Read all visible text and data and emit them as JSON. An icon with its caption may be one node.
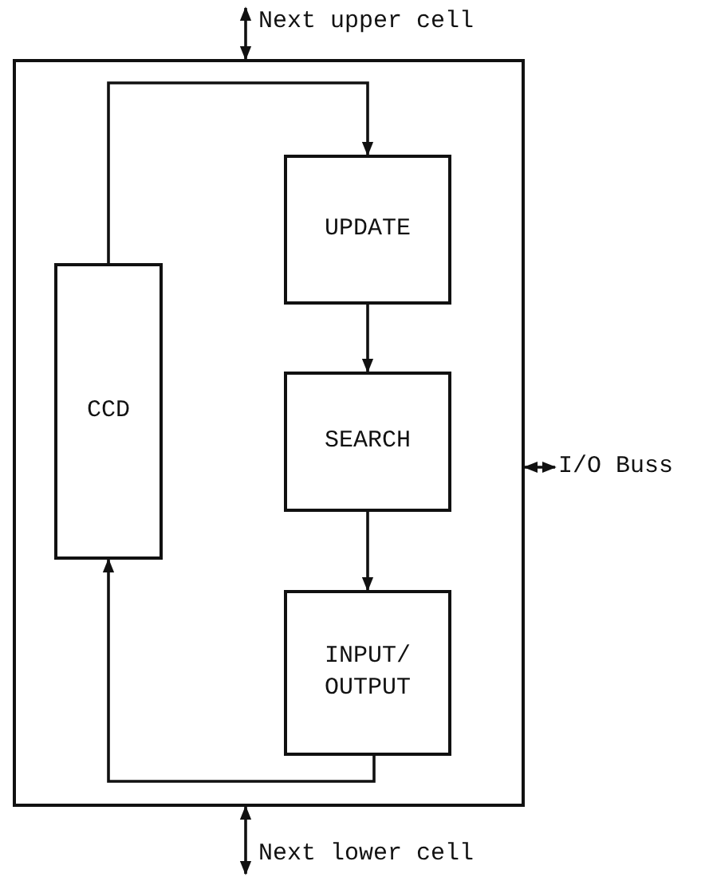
{
  "diagram": {
    "nodes": [
      {
        "text": [],
        "shape": "box"
      },
      {
        "text": [
          "CCD"
        ],
        "in": 0
      },
      {
        "text": [
          "UPDATE"
        ],
        "in": 0
      },
      {
        "text": [
          "SEARCH"
        ],
        "in": 0
      },
      {
        "text": [
          "INPUT/ OUTPUT"
        ],
        "in": 0
      },
      {
        "text": [
          "Next upper cell"
        ]
      },
      {
        "text": [
          "Next lower cell"
        ]
      },
      {
        "text": [
          "I/O Buss"
        ]
      }
    ],
    "edges": [
      {
        "from": 1,
        "to": 2,
        "arrow": "to"
      },
      {
        "from": 2,
        "to": 3,
        "arrow": "to"
      },
      {
        "from": 3,
        "to": 4,
        "arrow": "to"
      },
      {
        "from": 4,
        "to": 1,
        "arrow": "to"
      },
      {
        "from": 0,
        "to": 5,
        "arrow": "both"
      },
      {
        "from": 0,
        "to": 6,
        "arrow": "both"
      },
      {
        "from": 0,
        "to": 7,
        "arrow": "both"
      }
    ]
  }
}
